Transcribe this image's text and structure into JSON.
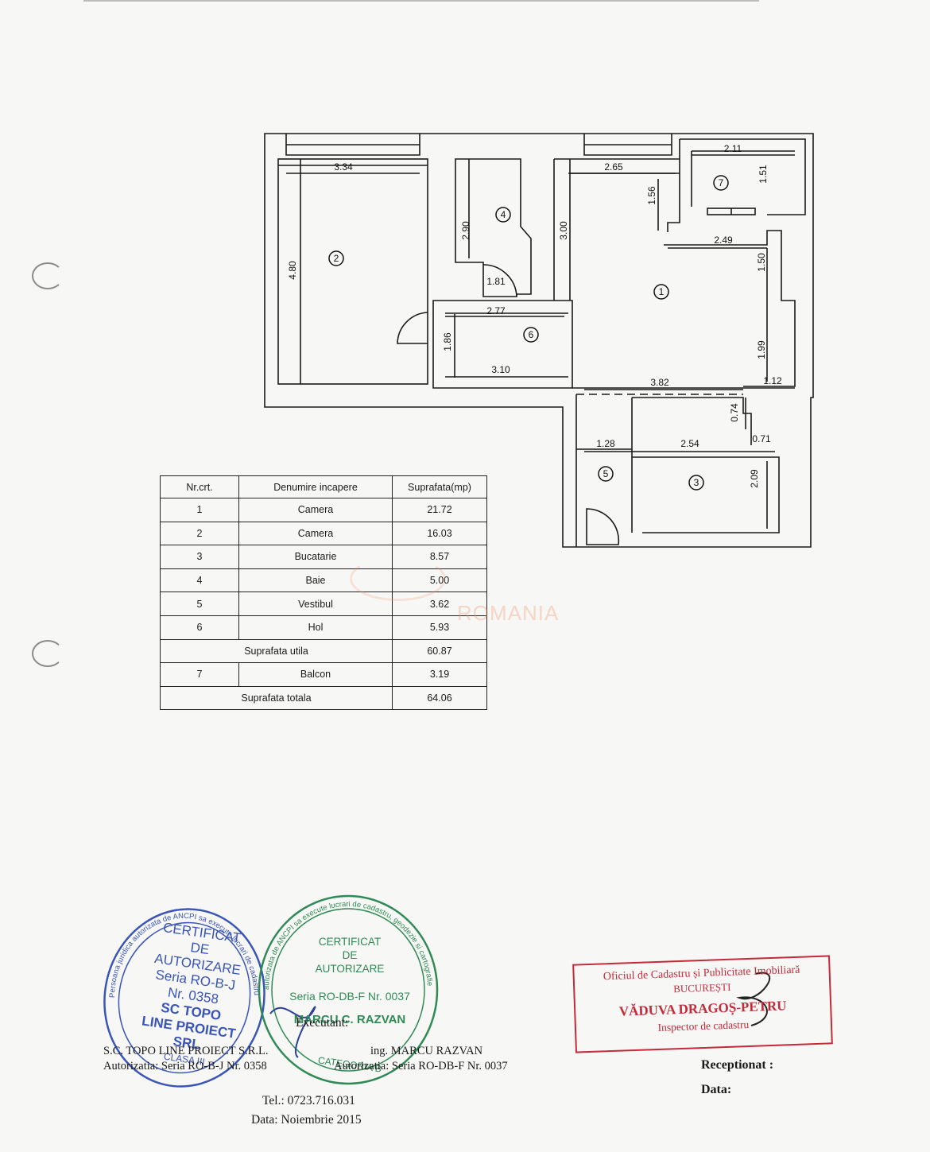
{
  "plan": {
    "dimensions": [
      "3.34",
      "4.80",
      "2.90",
      "1.81",
      "3.00",
      "2.65",
      "1.56",
      "2.11",
      "1.51",
      "2.49",
      "1.50",
      "2.77",
      "1.86",
      "3.10",
      "1.99",
      "3.82",
      "1.12",
      "0.74",
      "1.28",
      "2.54",
      "0.71",
      "2.09"
    ],
    "room_numbers": [
      "1",
      "2",
      "3",
      "4",
      "5",
      "6",
      "7"
    ]
  },
  "table": {
    "headers": [
      "Nr.crt.",
      "Denumire incapere",
      "Suprafata(mp)"
    ],
    "rows": [
      {
        "nr": "1",
        "name": "Camera",
        "area": "21.72"
      },
      {
        "nr": "2",
        "name": "Camera",
        "area": "16.03"
      },
      {
        "nr": "3",
        "name": "Bucatarie",
        "area": "8.57"
      },
      {
        "nr": "4",
        "name": "Baie",
        "area": "5.00"
      },
      {
        "nr": "5",
        "name": "Vestibul",
        "area": "3.62"
      },
      {
        "nr": "6",
        "name": "Hol",
        "area": "5.93"
      }
    ],
    "util": {
      "label": "Suprafata utila",
      "area": "60.87"
    },
    "balcon": {
      "nr": "7",
      "name": "Balcon",
      "area": "3.19"
    },
    "total": {
      "label": "Suprafata totala",
      "area": "64.06"
    }
  },
  "watermark": "ROMANIA",
  "stamp_left": {
    "ring": "Persoana juridica autorizata de ANCPI sa execute lucrari de cadastru",
    "lines": [
      "CERTIFICAT",
      "DE",
      "AUTORIZARE",
      "Seria RO-B-J",
      "Nr. 0358",
      "SC TOPO",
      "LINE PROIECT",
      "SRL",
      "CLASA III"
    ]
  },
  "stamp_right": {
    "ring": "autorizata de ANCPI sa execute lucrari de cadastru, geodezie si cartografie",
    "lines": [
      "CERTIFICAT",
      "DE",
      "AUTORIZARE",
      "Seria RO-DB-F Nr. 0037",
      "MARCU C. RAZVAN",
      "CATEGORIA B"
    ]
  },
  "footer": {
    "executant": "Executant:",
    "company": "S.C. TOPO LINE PROIECT S.R.L.",
    "company_auth": "Autorizatia: Seria RO-B-J Nr. 0358",
    "engineer": "ing. MARCU RAZVAN",
    "engineer_auth": "Autorizatia: Seria RO-DB-F Nr. 0037",
    "tel": "Tel.: 0723.716.031",
    "date": "Data: Noiembrie 2015",
    "receptionat": "Receptionat :",
    "data_label": "Data:"
  },
  "ocpi": {
    "line1": "Oficiul de Cadastru și Publicitate Imobiliară",
    "line2": "BUCUREȘTI",
    "line3": "VĂDUVA DRAGOȘ-PETRU",
    "line4": "Inspector de cadastru"
  },
  "colors": {
    "stamp_blue": "#3a55b8",
    "stamp_green": "#2f8a55",
    "ocpi_red": "#c42a3a",
    "watermark": "#f0966e"
  }
}
